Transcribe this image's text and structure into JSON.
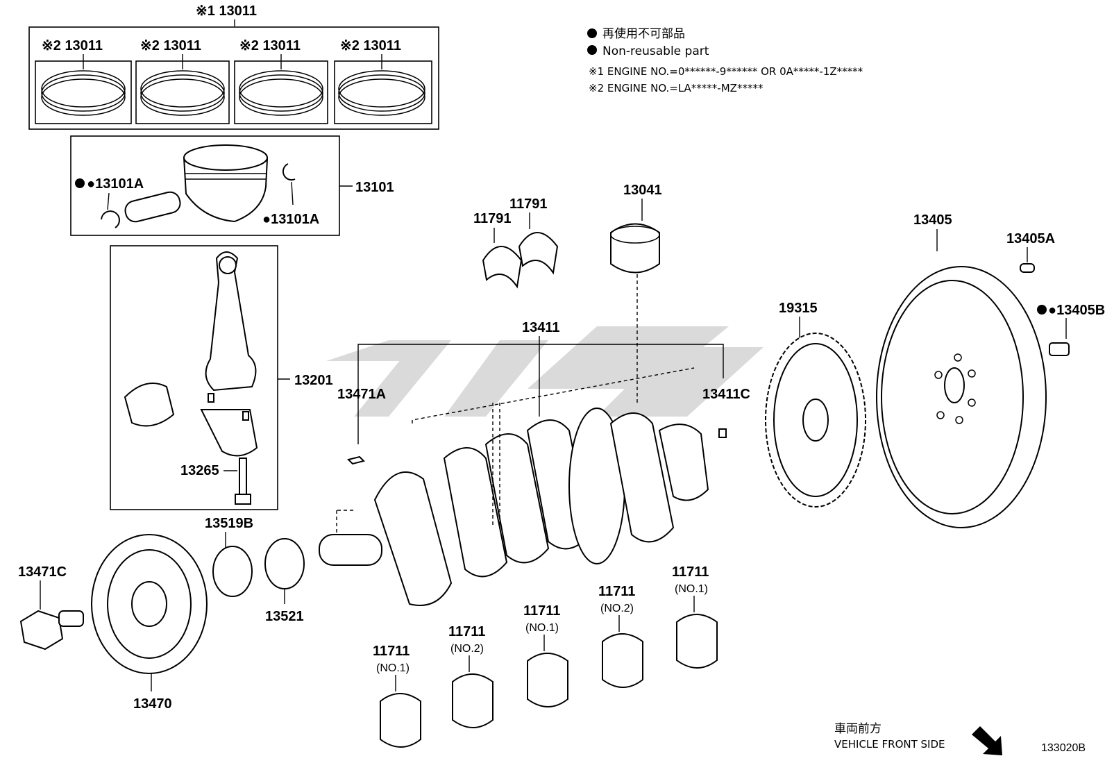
{
  "legend": {
    "jp_note": "再使用不可部品",
    "en_note": "Non-reusable part",
    "note1": "※1 ENGINE NO.=0******-9****** OR 0A*****-1Z*****",
    "note2": "※2 ENGINE NO.=LA*****-MZ*****"
  },
  "labels": {
    "ring_set_main": "※1 13011",
    "ring_set_a": "※2 13011",
    "ring_set_b": "※2 13011",
    "ring_set_c": "※2 13011",
    "ring_set_d": "※2 13011",
    "snap_ring_left": "●13101A",
    "snap_ring_right": "●13101A",
    "piston": "13101",
    "conrod": "13201",
    "conrod_bolt": "13265",
    "key_13519b": "13519B",
    "sprocket_13521": "13521",
    "pulley_bolt": "13471C",
    "pulley": "13470",
    "key_13471a": "13471A",
    "crankshaft": "13411",
    "pin_13411c": "13411C",
    "thrust_washer_1": "11791",
    "thrust_washer_2": "11791",
    "bearing_13041": "13041",
    "signal_plate": "19315",
    "flywheel": "13405",
    "pin_13405a": "13405A",
    "bolt_13405b": "●13405B",
    "bearing_1": "11711",
    "bearing_1_sub": "(NO.1)",
    "bearing_2": "11711",
    "bearing_2_sub": "(NO.2)",
    "bearing_3": "11711",
    "bearing_3_sub": "(NO.1)",
    "bearing_4": "11711",
    "bearing_4_sub": "(NO.2)",
    "bearing_5": "11711",
    "bearing_5_sub": "(NO.1)"
  },
  "footer": {
    "direction_jp": "車両前方",
    "direction_en": "VEHICLE FRONT SIDE",
    "diagram_code": "133020B"
  },
  "colors": {
    "line": "#000000",
    "background": "#ffffff",
    "watermark": "#cfcfcf"
  },
  "icons": {
    "non_reusable_marker": "filled-circle-icon",
    "direction_arrow": "arrow-down-right-icon"
  }
}
